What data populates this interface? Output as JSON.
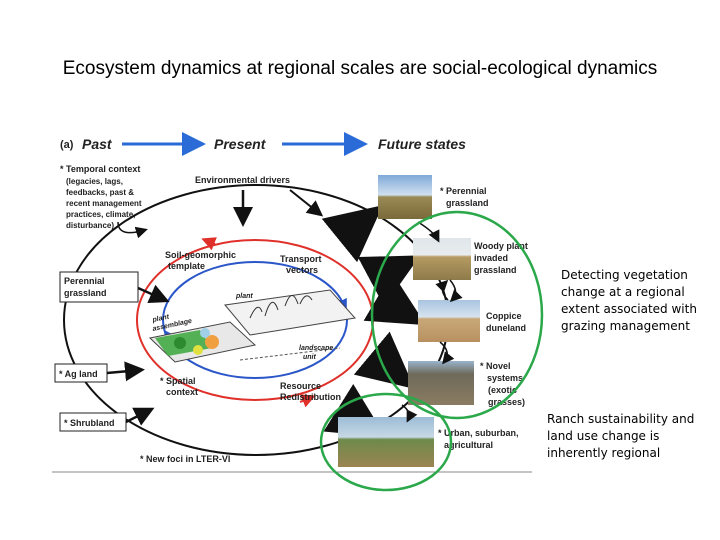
{
  "slide_title": "Ecosystem dynamics at regional scales are social-ecological dynamics",
  "figure": {
    "panel_label": "(a)",
    "header": {
      "past": "Past",
      "present": "Present",
      "future": "Future states"
    },
    "temporal_context": [
      "* Temporal context",
      "(legacies, lags,",
      "feedbacks, past &",
      "recent management",
      "practices, climate,",
      "disturbance)"
    ],
    "environmental_drivers": "Environmental drivers",
    "soil_geomorphic": [
      "Soil-geomorphic",
      "template"
    ],
    "transport_vectors": [
      "Transport",
      "vectors"
    ],
    "spatial_context": [
      "* Spatial",
      "context"
    ],
    "resource_redistribution": [
      "Resource",
      "Redistribution"
    ],
    "plant": "plant",
    "plant_assemblage": [
      "plant",
      "assemblage"
    ],
    "landscape_unit": [
      "landscape",
      "unit"
    ],
    "past_states": [
      "Perennial grassland",
      "* Ag land",
      "* Shrubland"
    ],
    "perennial_lines": [
      "Perennial",
      "grassland"
    ],
    "new_foci": "* New foci in LTER-VI",
    "future_states": [
      [
        "* Perennial",
        "grassland"
      ],
      [
        "Woody plant",
        "invaded",
        "grassland"
      ],
      [
        "Coppice",
        "duneland"
      ],
      [
        "* Novel",
        "systems",
        "(exotic",
        "grasses)"
      ],
      [
        "* Urban, suburban,",
        "agricultural"
      ]
    ]
  },
  "annotations": {
    "vegetation_change": [
      "Detecting vegetation",
      "change at a regional",
      "extent associated with",
      "grazing management"
    ],
    "ranch_sustainability": [
      "Ranch sustainability and",
      "land use change is",
      "inherently regional"
    ]
  },
  "colors": {
    "highlight_circle": "#2aa84a",
    "red_arrow": "#e0302a",
    "blue_arrow": "#2a56c8",
    "header_arrow": "#2a6bd8"
  }
}
